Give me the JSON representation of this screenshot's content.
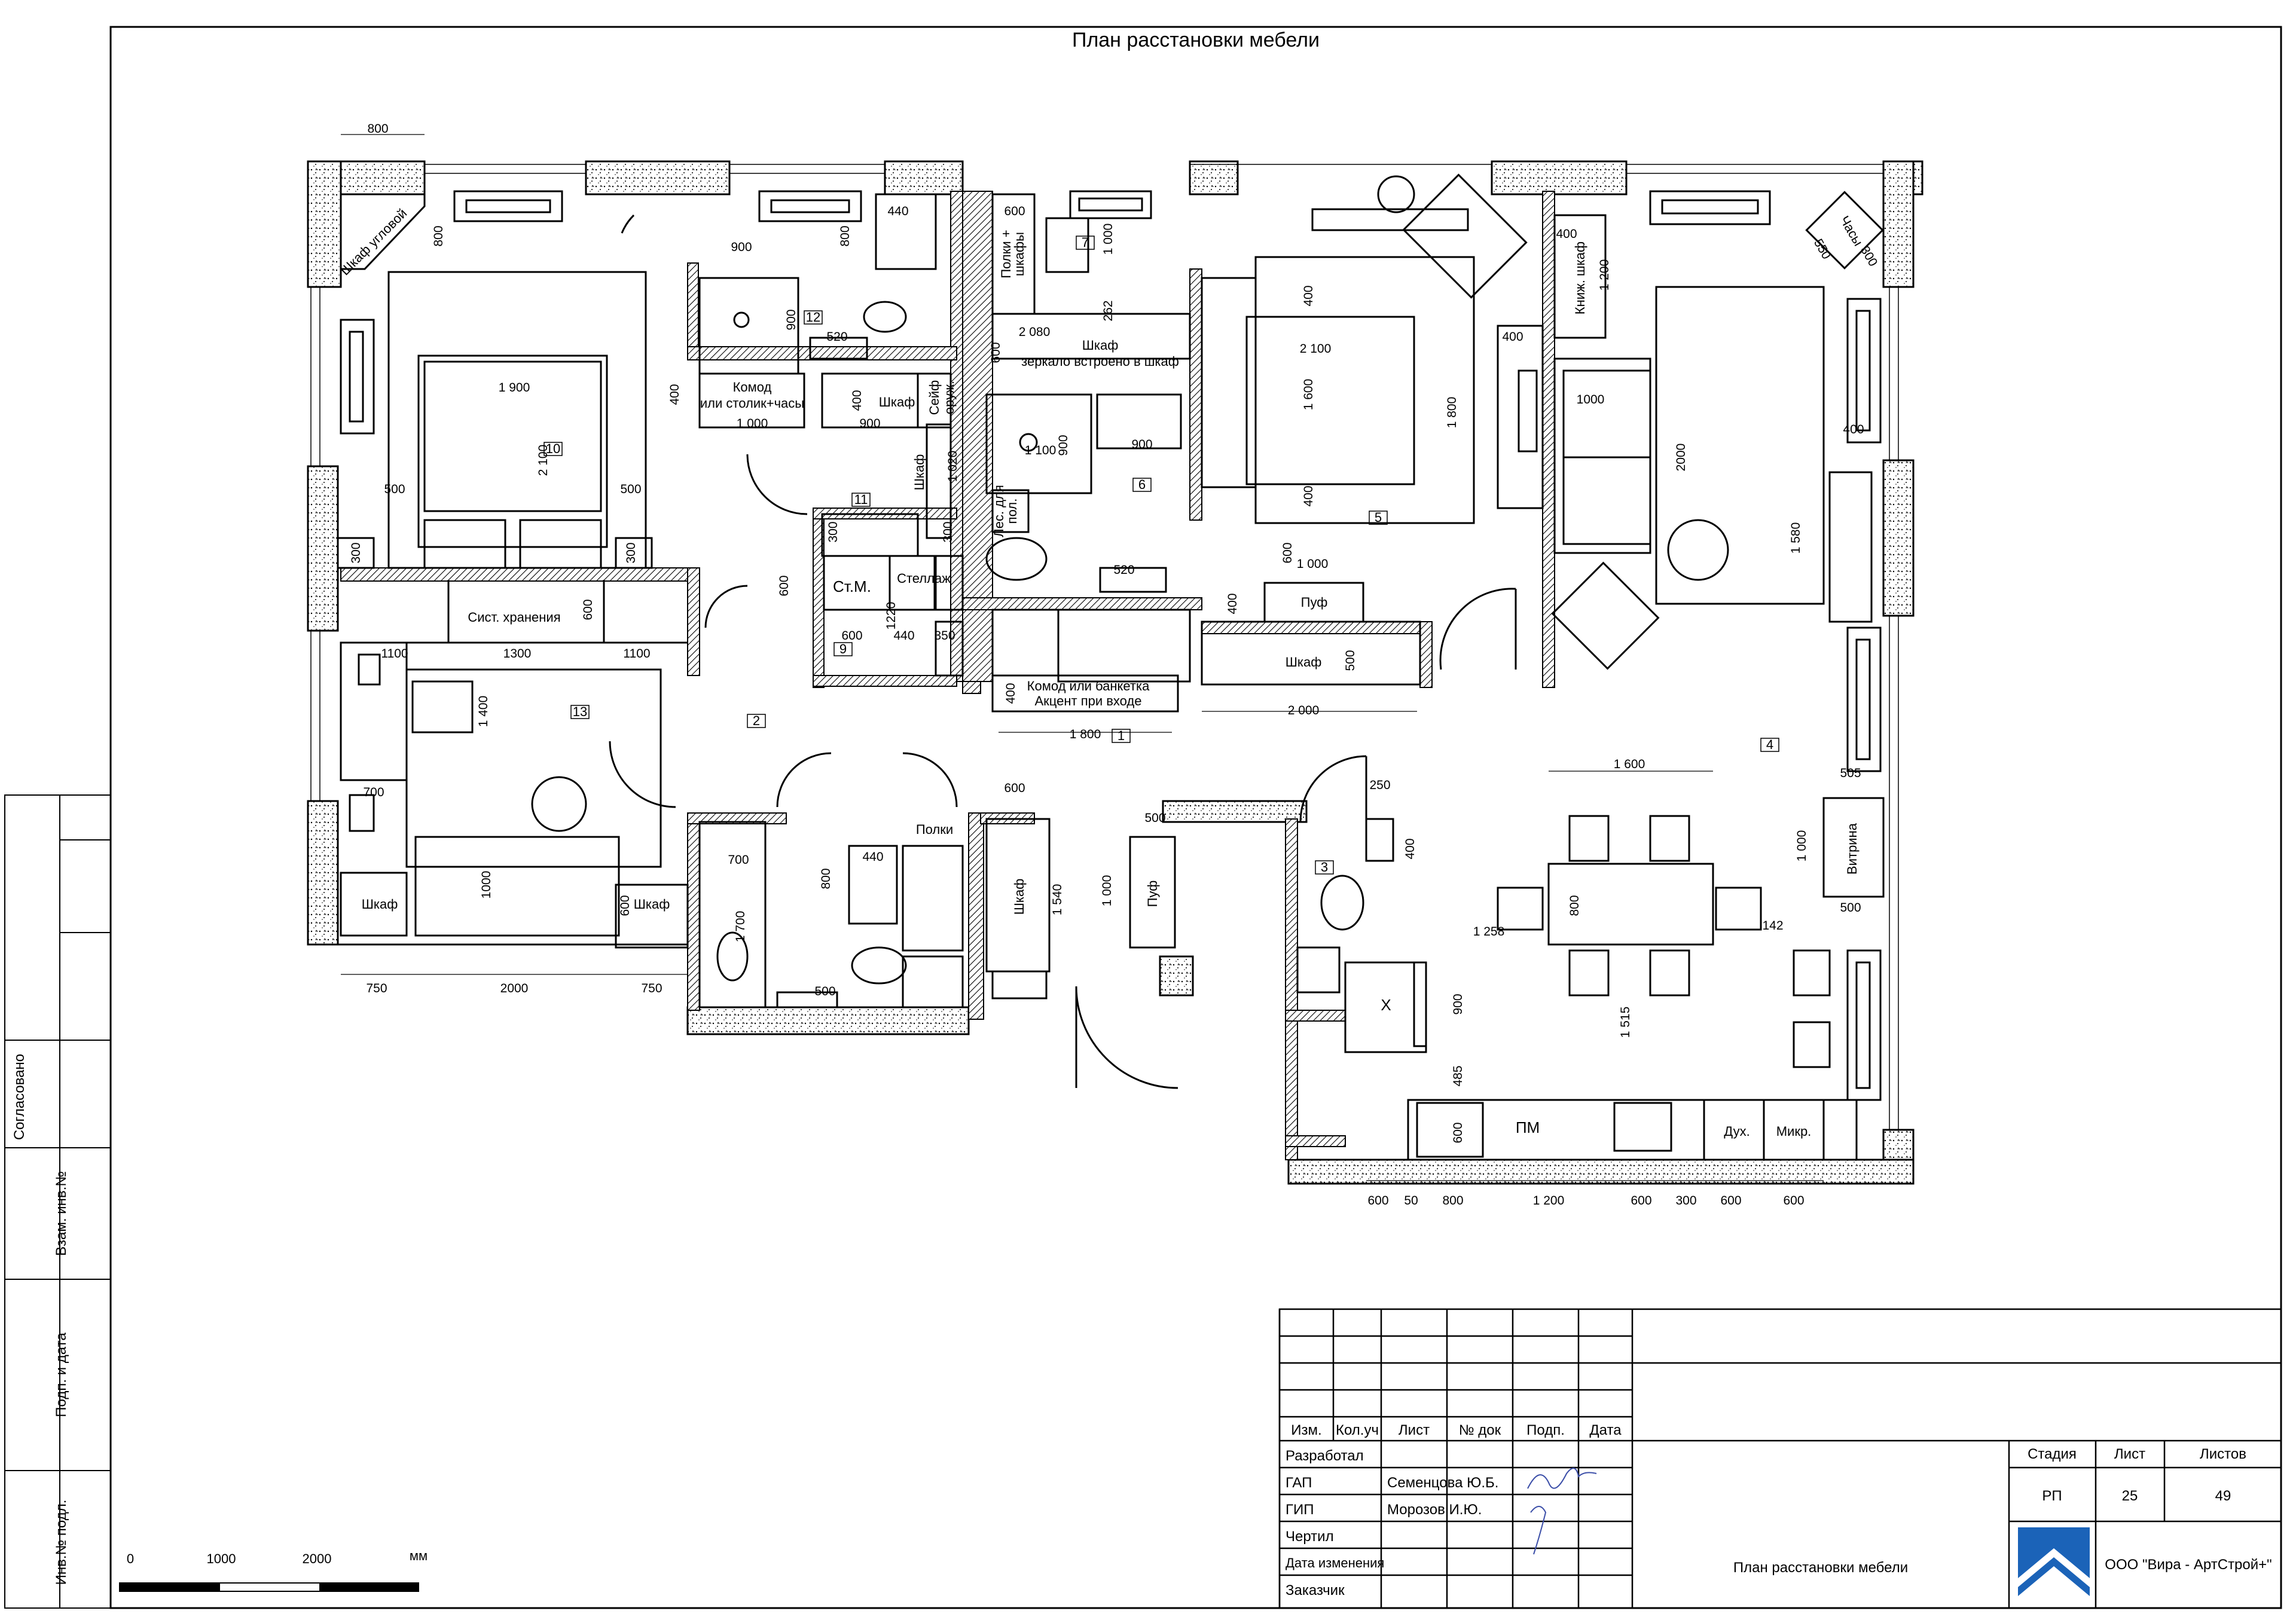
{
  "sheet_title": "План расстановки мебели",
  "rooms": [
    "1",
    "2",
    "3",
    "4",
    "5",
    "6",
    "7",
    "9",
    "10",
    "11",
    "12",
    "13"
  ],
  "furniture_labels": {
    "corner_wardrobe": "Шкаф угловой",
    "storage": "Сист. хранения",
    "wardrobe": "Шкаф",
    "dresser": "Комод",
    "dresser_sub": "или столик+часы",
    "safe": "Сейф",
    "safe_sub": "оруж.",
    "shelves_cabinets": "Полки +",
    "shelves_cabinets_sub": "шкафы",
    "mirror_wardrobe": "Шкаф",
    "mirror_wardrobe_sub": "зеркало встроено в шкаф",
    "st_m": "Ст.М.",
    "rack": "Стеллаж",
    "clean_shelves": "Лес. для",
    "clean_shelves_sub": "пол.",
    "entry_dresser": "Комод или банкетка",
    "entry_dresser_sub": "Акцент при входе",
    "pouf": "Пуф",
    "book_shelf": "Книж. шкаф",
    "showcase": "Витрина",
    "clock": "Часы",
    "shelves": "Полки",
    "fridge": "Х",
    "dishwasher": "ПМ",
    "oven": "Дух.",
    "microwave": "Микр."
  },
  "dimensions": {
    "d800_top": "800",
    "d800_a": "800",
    "d440_a": "440",
    "d800_b": "800",
    "d600_a": "600",
    "d1000_a": "1 000",
    "d900_a": "900",
    "d900_b": "900",
    "d520_a": "520",
    "d400_a": "400",
    "d400_b": "400",
    "d1000_b": "1 000",
    "d900_c": "900",
    "d2080": "2 080",
    "d262": "262",
    "d600_b": "600",
    "d1900": "1 900",
    "d2100_a": "2 100",
    "d500_a": "500",
    "d500_b": "500",
    "d300_a": "300",
    "d300_b": "300",
    "d600_c": "600",
    "d1100_a": "1100",
    "d1300": "1300",
    "d1100_b": "1100",
    "d1400": "1 400",
    "d700_a": "700",
    "d1000_c": "1000",
    "d600_d": "600",
    "d750_a": "750",
    "d2000_a": "2000",
    "d750_b": "750",
    "d1020": "1 020",
    "d300_c": "300",
    "d300_d": "300",
    "d600_e": "600",
    "d1220": "1220",
    "d600_f": "600",
    "d440_b": "440",
    "d350": "350",
    "d1100_c": "1 100",
    "d900_d": "900",
    "d900_e": "900",
    "d520_b": "520",
    "d400_c": "400",
    "d1800_a": "1 800",
    "d600_g": "600",
    "d1540": "1 540",
    "d500_c": "500",
    "d1000_d": "1 000",
    "d700_b": "700",
    "d800_c": "800",
    "d440_c": "440",
    "d1700": "1 700",
    "d500_d": "500",
    "d2100_b": "2 100",
    "d400_d": "400",
    "d1600_a": "1 600",
    "d400_e": "400",
    "d1800_b": "1 800",
    "d600_h": "600",
    "d1000_e": "1 000",
    "d400_f": "400",
    "d500_e": "500",
    "d2000_b": "2 000",
    "d400_g": "400",
    "d1200_a": "1 200",
    "d400_h": "400",
    "d1000_f": "1000",
    "d2000_c": "2000",
    "d1580": "1 580",
    "d400_i": "400",
    "d550": "550",
    "d300_e": "300",
    "d250": "250",
    "d400_j": "400",
    "d1600_b": "1 600",
    "d505": "505",
    "d1000_g": "1 000",
    "d500_f": "500",
    "d800_d": "800",
    "d1258": "1 258",
    "d142": "142",
    "d900_f": "900",
    "d1515": "1 515",
    "d485": "485",
    "d600_i": "600",
    "b600a": "600",
    "b50": "50",
    "b800": "800",
    "b1200": "1 200",
    "b600b": "600",
    "b300": "300",
    "b600c": "600",
    "b600d": "600"
  },
  "scale_bar": {
    "labels": [
      "0",
      "1000",
      "2000"
    ],
    "unit": "мм"
  },
  "side_stamp": {
    "agreed": "Согласовано",
    "replace_inv": "Взам. инв.№",
    "sign_date": "Подп. и дата",
    "inv_orig": "Инв.№ подл."
  },
  "title_block": {
    "col_headers": [
      "Изм.",
      "Кол.уч",
      "Лист",
      "№ док",
      "Подп.",
      "Дата"
    ],
    "row_labels": [
      "Разработал",
      "ГАП",
      "ГИП",
      "Чертил",
      "Дата изменения",
      "Заказчик"
    ],
    "gap_name": "Семенцова Ю.Б.",
    "gip_name": "Морозов И.Ю.",
    "drawing_name": "План расстановки мебели",
    "stage_header": "Стадия",
    "sheet_header": "Лист",
    "sheets_header": "Листов",
    "stage": "РП",
    "sheet": "25",
    "sheets": "49",
    "company": "ООО \"Вира - АртСтрой+\""
  },
  "colors": {
    "line": "#000000",
    "logo_blue": "#1b63b8",
    "signature": "#3b4ea8"
  }
}
